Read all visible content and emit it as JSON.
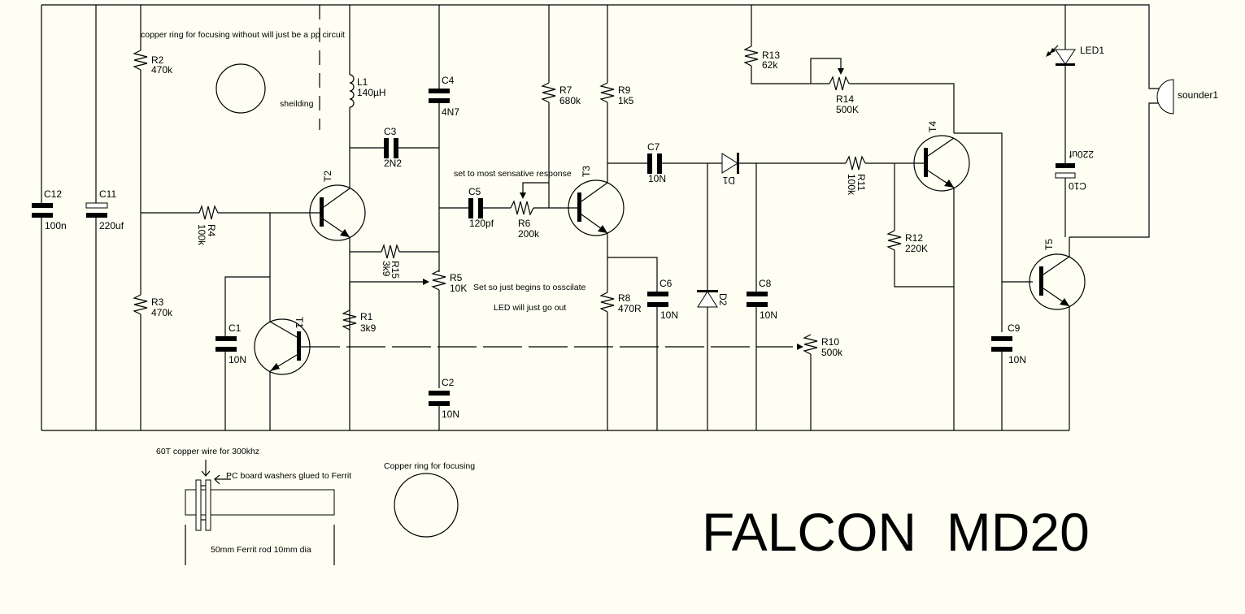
{
  "title": "FALCON  MD20",
  "notes": {
    "copper_ring_top": "copper ring for focusing without will just be a pp circuit",
    "shielding": "sheilding",
    "r6_note": "set to most sensative response",
    "r5_note_1": "Set so just begins to osscilate",
    "r5_note_2": "LED will just go out",
    "coil_wire": "60T copper wire for 300khz",
    "washers": "PC board washers glued to Ferrit",
    "ferrite_rod": "50mm Ferrit rod 10mm dia",
    "copper_ring_bottom": "Copper ring for focusing"
  },
  "components": {
    "C12": {
      "ref": "C12",
      "value": "100n"
    },
    "C11": {
      "ref": "C11",
      "value": "220uf"
    },
    "R2": {
      "ref": "R2",
      "value": "470k"
    },
    "R3": {
      "ref": "R3",
      "value": "470k"
    },
    "R4": {
      "ref": "R4",
      "value": "100k"
    },
    "L1": {
      "ref": "L1",
      "value": "140µH"
    },
    "C3": {
      "ref": "C3",
      "value": "2N2"
    },
    "C4": {
      "ref": "C4",
      "value": "4N7"
    },
    "T1": {
      "ref": "T1"
    },
    "T2": {
      "ref": "T2"
    },
    "T3": {
      "ref": "T3"
    },
    "T4": {
      "ref": "T4"
    },
    "T5": {
      "ref": "T5"
    },
    "C1": {
      "ref": "C1",
      "value": "10N"
    },
    "R1": {
      "ref": "R1",
      "value": "3k9"
    },
    "R15": {
      "ref": "R15",
      "value": "3k9"
    },
    "R5": {
      "ref": "R5",
      "value": "10K"
    },
    "C2": {
      "ref": "C2",
      "value": "10N"
    },
    "C5": {
      "ref": "C5",
      "value": "120pf"
    },
    "R6": {
      "ref": "R6",
      "value": "200k"
    },
    "R7": {
      "ref": "R7",
      "value": "680k"
    },
    "R9": {
      "ref": "R9",
      "value": "1k5"
    },
    "R8": {
      "ref": "R8",
      "value": "470R"
    },
    "C6": {
      "ref": "C6",
      "value": "10N"
    },
    "C7": {
      "ref": "C7",
      "value": "10N"
    },
    "D1": {
      "ref": "D1"
    },
    "D2": {
      "ref": "D2"
    },
    "C8": {
      "ref": "C8",
      "value": "10N"
    },
    "R10": {
      "ref": "R10",
      "value": "500k"
    },
    "R13": {
      "ref": "R13",
      "value": "62k"
    },
    "R14": {
      "ref": "R14",
      "value": "500K"
    },
    "R11": {
      "ref": "R11",
      "value": "100k"
    },
    "R12": {
      "ref": "R12",
      "value": "220K"
    },
    "C9": {
      "ref": "C9",
      "value": "10N"
    },
    "LED1": {
      "ref": "LED1"
    },
    "C10": {
      "ref": "C10",
      "value": "220uf"
    },
    "sounder1": {
      "ref": "sounder1"
    }
  }
}
